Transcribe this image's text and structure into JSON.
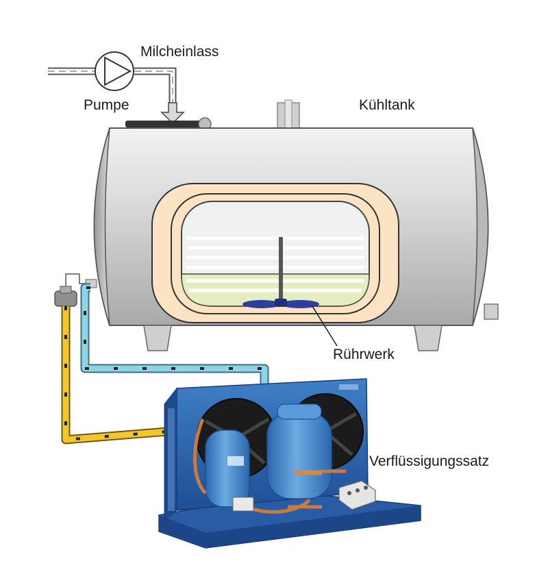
{
  "labels": {
    "milk_inlet": "Milcheinlass",
    "pump": "Pumpe",
    "cooling_tank": "Kühltank",
    "agitator": "Rührwerk",
    "condensing_unit": "Verflüssigungssatz"
  },
  "colors": {
    "tank_body": "#d4d4d4",
    "insulation": "#fbe3c4",
    "milk": "#e4edc0",
    "suction_line": "#8fd3e6",
    "liquid_line": "#f5c52c",
    "unit_blue": "#2f6db5",
    "compressor_blue": "#4a90cf",
    "agitator_blue": "#2c3f9e"
  }
}
